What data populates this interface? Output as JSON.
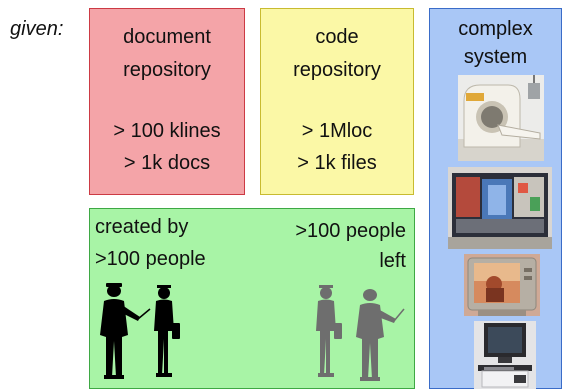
{
  "given_label": "given:",
  "document_repository": {
    "title_line1": "document",
    "title_line2": "repository",
    "stat1": "> 100 klines",
    "stat2": "> 1k docs"
  },
  "code_repository": {
    "title_line1": "code",
    "title_line2": "repository",
    "stat1": "> 1Mloc",
    "stat2": "> 1k files"
  },
  "people_box": {
    "created_line1": "created by",
    "created_line2": ">100 people",
    "left_line1": ">100 people",
    "left_line2": "left"
  },
  "complex_system": {
    "title_line1": "complex",
    "title_line2": "system",
    "images": [
      "mri-scanner",
      "lithography-machine",
      "television-monitor",
      "workstation"
    ]
  },
  "colors": {
    "doc_fill": "#f4a4a8",
    "code_fill": "#fbf8a6",
    "people_fill": "#a8f4a6",
    "system_fill": "#a9c7f6",
    "silhouette_present": "#000000",
    "silhouette_departed": "#6e6e6e"
  }
}
